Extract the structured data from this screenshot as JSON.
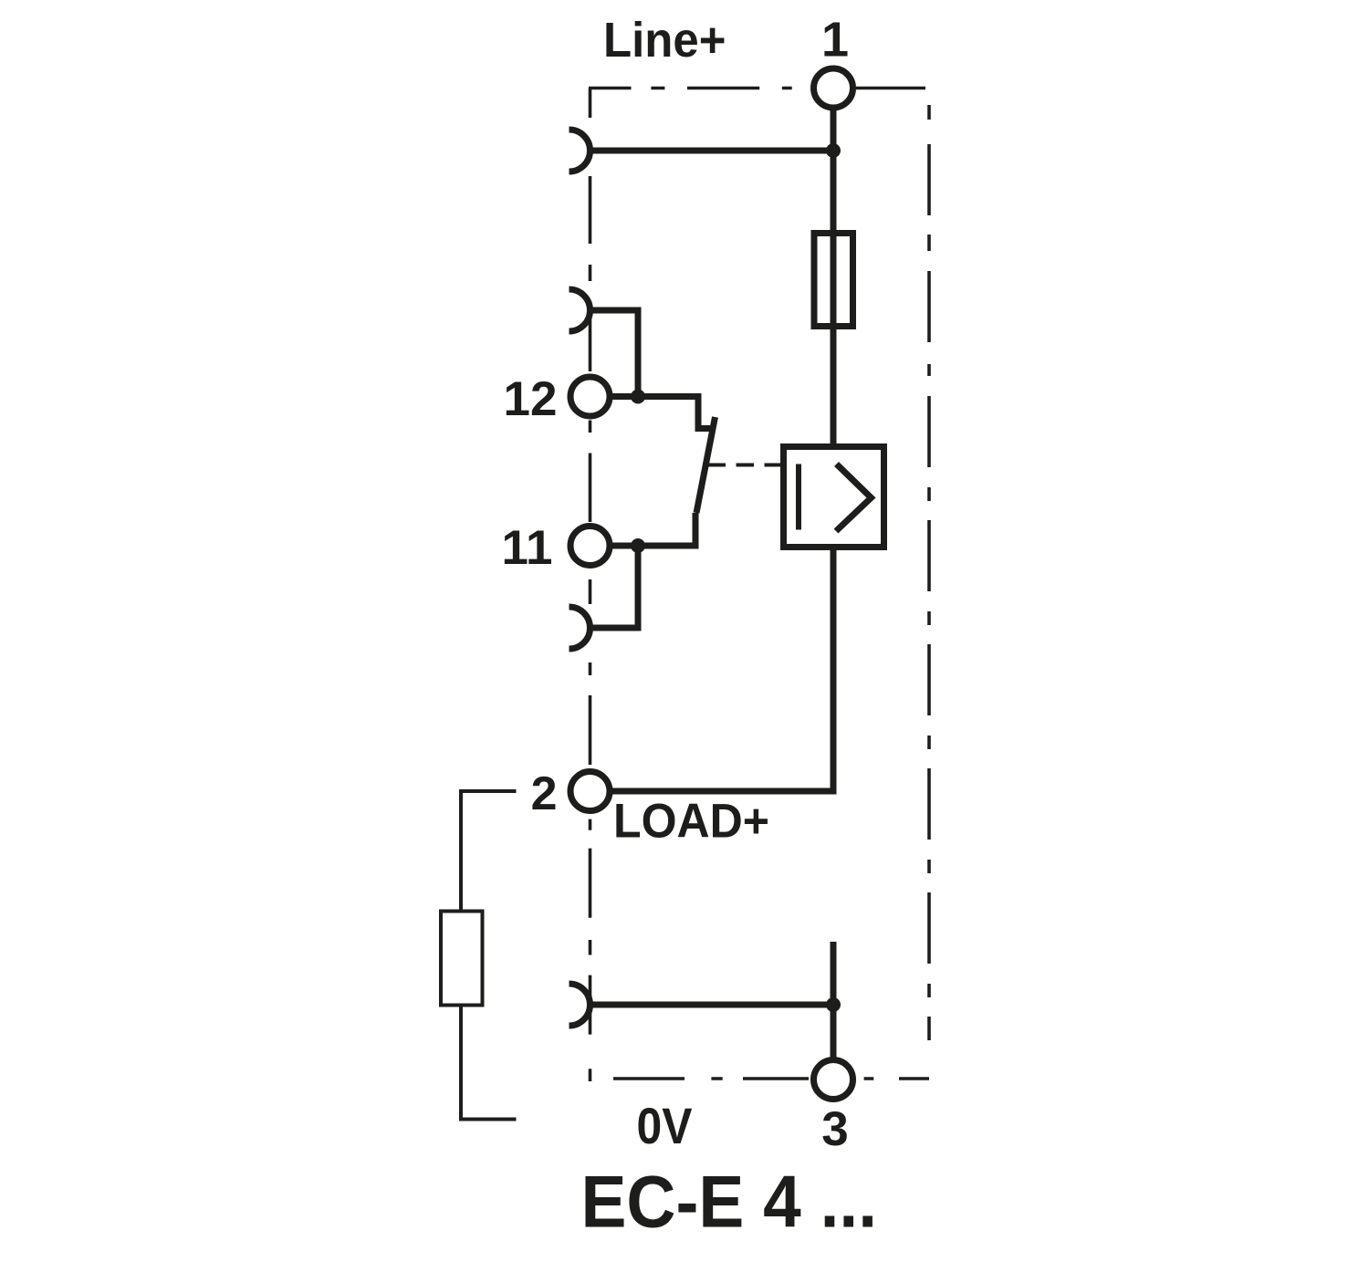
{
  "page": {
    "background_color": "#ffffff",
    "ink_color": "#1d1d1b"
  },
  "diagram": {
    "type": "circuit-schematic",
    "title": "EC-E 4 ...",
    "net_labels": {
      "line_plus": "Line+",
      "load_plus": "LOAD+",
      "zero_volt": "0V"
    },
    "terminals": {
      "t1": "1",
      "t12": "12",
      "t11": "11",
      "t2": "2",
      "t3": "3"
    },
    "symbols": [
      "device-boundary-dashed-box",
      "plug-socket-contact",
      "fuse",
      "signal-contact-switch",
      "electronic-switch-block",
      "load-resistor"
    ]
  }
}
